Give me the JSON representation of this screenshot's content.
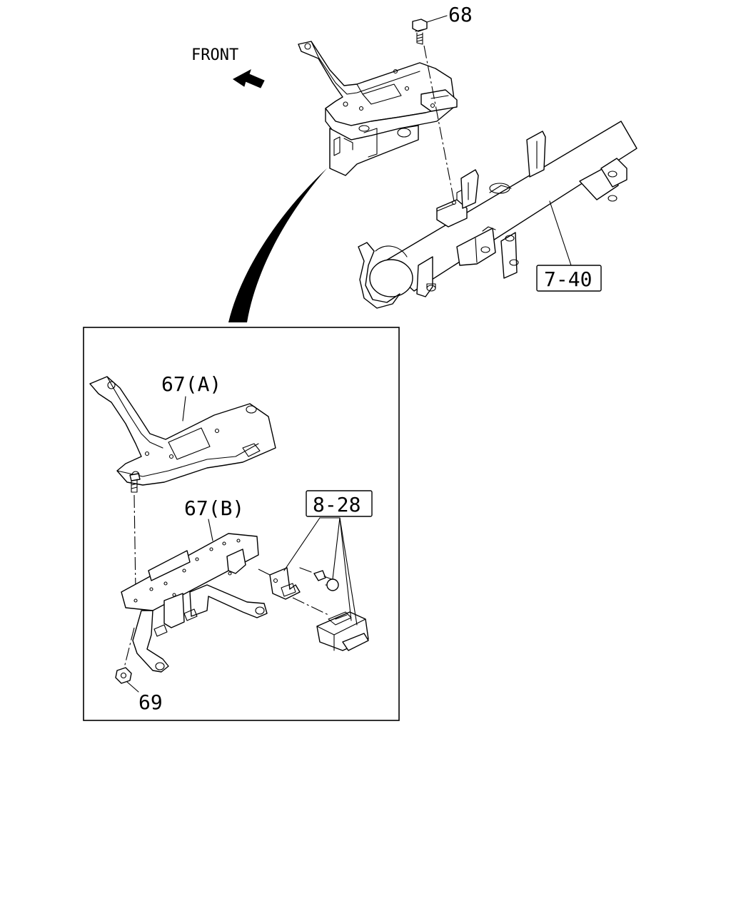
{
  "direction_label": "FRONT",
  "callouts": {
    "bolt_top": "68",
    "bracket_a": "67(A)",
    "bracket_b": "67(B)",
    "nut": "69",
    "ref_crossmember": "7-40",
    "ref_sensor": "8-28"
  }
}
